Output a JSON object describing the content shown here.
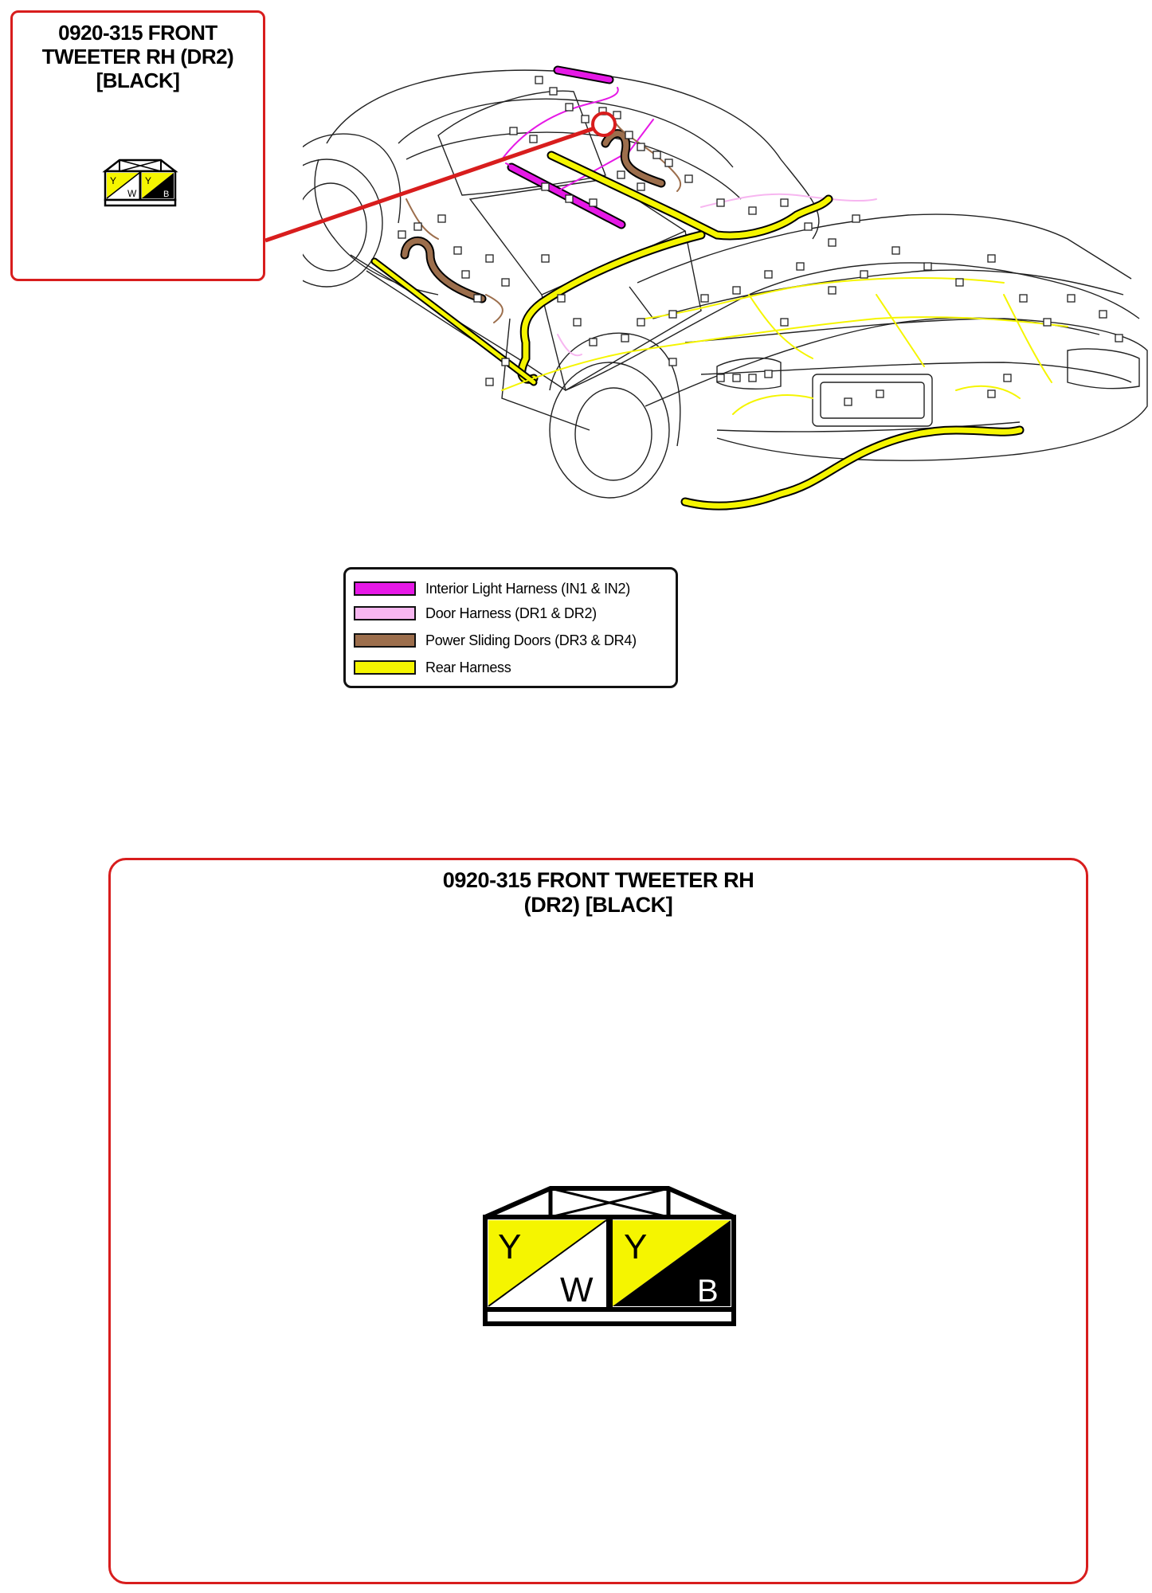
{
  "callout": {
    "title_lines": [
      "0920-315 FRONT",
      "TWEETER RH (DR2)",
      "[BLACK]"
    ]
  },
  "connector": {
    "pins": [
      {
        "top_color": "Y",
        "bottom_color": "W"
      },
      {
        "top_color": "Y",
        "bottom_color": "B"
      }
    ]
  },
  "legend": {
    "items": [
      {
        "label": "Interior Light Harness (IN1 & IN2)",
        "color": "#e619e6"
      },
      {
        "label": "Door Harness (DR1 & DR2)",
        "color": "#f7b6f0"
      },
      {
        "label": "Power Sliding Doors (DR3 & DR4)",
        "color": "#9c6e4c"
      },
      {
        "label": "Rear Harness",
        "color": "#f5f500"
      }
    ]
  },
  "detail": {
    "title_lines": [
      "0920-315 FRONT TWEETER RH",
      "(DR2) [BLACK]"
    ]
  },
  "colors": {
    "callout_red": "#d81d1d",
    "wire_yellow": "#f5f500",
    "wire_black": "#000000",
    "wire_white": "#ffffff"
  }
}
